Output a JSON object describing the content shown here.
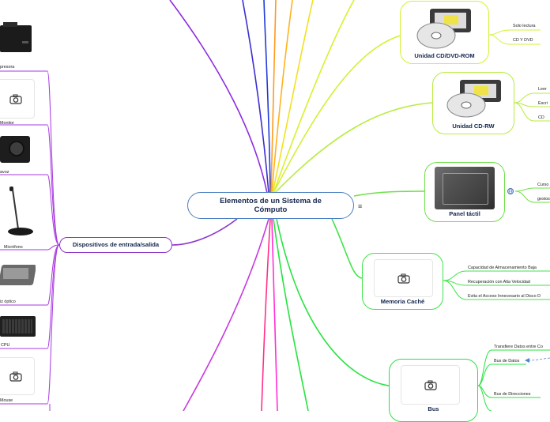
{
  "center_title": "Elementos de un Sistema de Cómputo",
  "menu_icon": "hamburger-menu-icon",
  "right_cards": [
    {
      "id": "cd-dvd-rom",
      "title": "Unidad CD/DVD-ROM",
      "image": "cd-drive-image",
      "leaves": [
        "Solo lectura",
        "CD Y DVD"
      ]
    },
    {
      "id": "cd-rw",
      "title": "Unidad CD-RW",
      "image": "cd-drive-image",
      "leaves": [
        "Leer",
        "Escri",
        "CD"
      ]
    },
    {
      "id": "panel-tactil",
      "title": "Panel táctil",
      "image": "touchpad-photo",
      "leaves": [
        "Curso",
        "gestos"
      ]
    },
    {
      "id": "memoria-cache",
      "title": "Memoria Caché",
      "image": "camera-placeholder-icon",
      "leaves": [
        "Capacidad de Almacenamiento Baja",
        "Recuperación con Alta Velocidad",
        "Evita el Acceso Innecesario al Disco D"
      ]
    },
    {
      "id": "bus",
      "title": "Bus",
      "image": "camera-placeholder-icon",
      "leaves": [
        "Transfiere Datos entre Co",
        "Bus de Datos",
        "Bus de Direcciones"
      ]
    }
  ],
  "left_topic": "Dispositivos de entrada/salida",
  "left_items": [
    {
      "label": "presora",
      "image": "printer-photo"
    },
    {
      "label": "Monitor",
      "image": "camera-placeholder-icon"
    },
    {
      "label": "avoz",
      "image": "speaker-photo"
    },
    {
      "label": "Micrófono",
      "image": "microphone-photo"
    },
    {
      "label": "iz óptico",
      "image": "scanner-photo"
    },
    {
      "label": "CPU",
      "image": "keyboard-photo"
    },
    {
      "label": "Mouse",
      "image": "camera-placeholder-icon"
    }
  ],
  "colors": {
    "center_border": "#4a7fc1",
    "purple": "#a838e0",
    "lime": "#c4f03a",
    "magenta": "#ff2fd6",
    "green": "#27e33f",
    "orange": "#ff9a1f",
    "yellow": "#f2e11d",
    "blue": "#1f3bd8"
  }
}
